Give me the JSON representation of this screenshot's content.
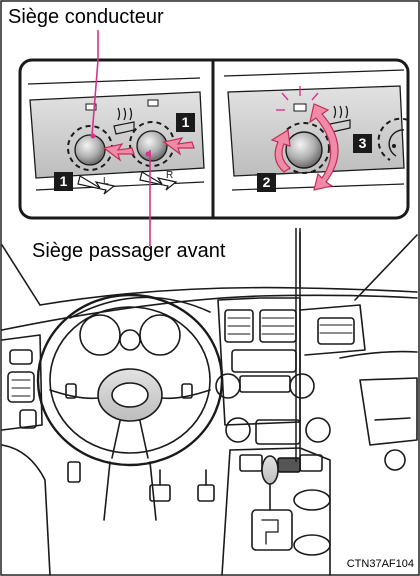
{
  "labels": {
    "driver_seat": "Siège conducteur",
    "passenger_seat": "Siège passager avant",
    "figure_code": "CTN37AF104"
  },
  "dial_letters": {
    "left": "L",
    "right": "R"
  },
  "badges": {
    "step_1_right": "1",
    "step_1_left": "1",
    "step_2": "2",
    "step_3": "3"
  },
  "colors": {
    "callout_line": "#d4358a",
    "arrow_fill": "#f08aa6",
    "arrow_stroke": "#c0305a",
    "indicator_glow": "#d4358a",
    "line_art": "#1a1a1a",
    "panel_shade": "#d0d0d0"
  }
}
